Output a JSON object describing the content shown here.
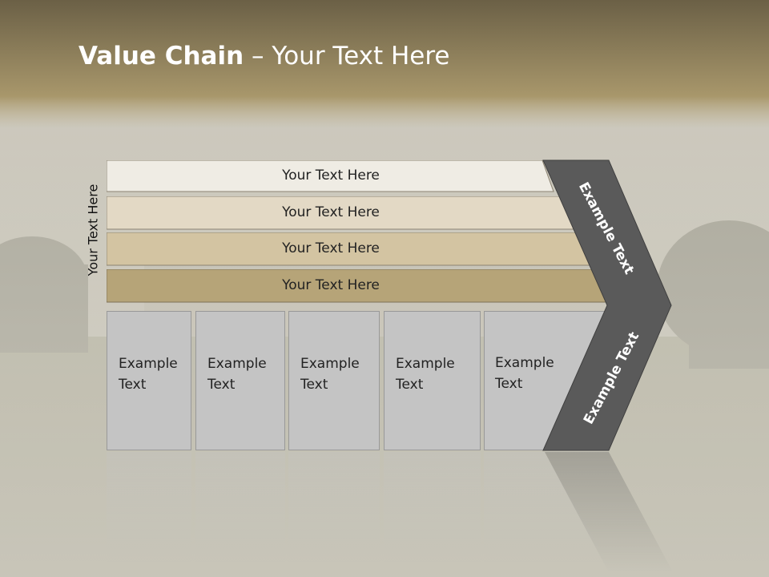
{
  "title": {
    "bold": "Value Chain",
    "rest": " – Your Text Here"
  },
  "side_label": "Your Text Here",
  "rows": [
    {
      "label": "Your Text Here",
      "color": "#efece4"
    },
    {
      "label": "Your Text Here",
      "color": "#e3d9c5"
    },
    {
      "label": "Your Text Here",
      "color": "#d3c4a2"
    },
    {
      "label": "Your Text Here",
      "color": "#b6a478"
    }
  ],
  "boxes": [
    {
      "label": "Example Text"
    },
    {
      "label": "Example Text"
    },
    {
      "label": "Example Text"
    },
    {
      "label": "Example Text"
    },
    {
      "label": "Example Text"
    }
  ],
  "chevron": {
    "upper_label": "Example Text",
    "lower_label": "Example Text",
    "color": "#5a5a5a"
  },
  "colors": {
    "header_top": "#6e6347",
    "header_bottom": "#a9976a",
    "accent": "#b6a478"
  }
}
